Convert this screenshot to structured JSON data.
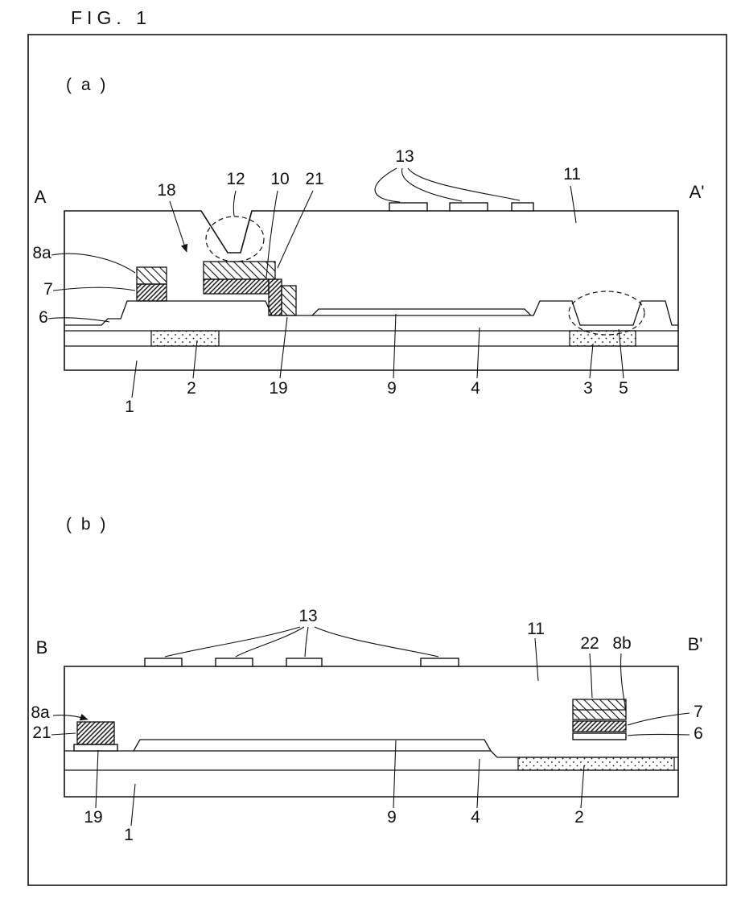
{
  "figure": {
    "title": "FIG. 1"
  },
  "panel_a": {
    "label": "( a )",
    "marker_left": "A",
    "marker_right": "A'",
    "callouts": {
      "c18": "18",
      "c12": "12",
      "c10": "10",
      "c21": "21",
      "c13": "13",
      "c11": "11",
      "c8a": "8a",
      "c7": "7",
      "c6": "6",
      "c1": "1",
      "c2": "2",
      "c19": "19",
      "c9": "9",
      "c4": "4",
      "c3": "3",
      "c5": "5"
    }
  },
  "panel_b": {
    "label": "( b )",
    "marker_left": "B",
    "marker_right": "B'",
    "callouts": {
      "c13": "13",
      "c11": "11",
      "c22": "22",
      "c8b": "8b",
      "c8a": "8a",
      "c21": "21",
      "c7": "7",
      "c6": "6",
      "c19": "19",
      "c1": "1",
      "c9": "9",
      "c4": "4",
      "c2": "2"
    }
  },
  "colors": {
    "ink": "#111111",
    "background": "#ffffff"
  }
}
